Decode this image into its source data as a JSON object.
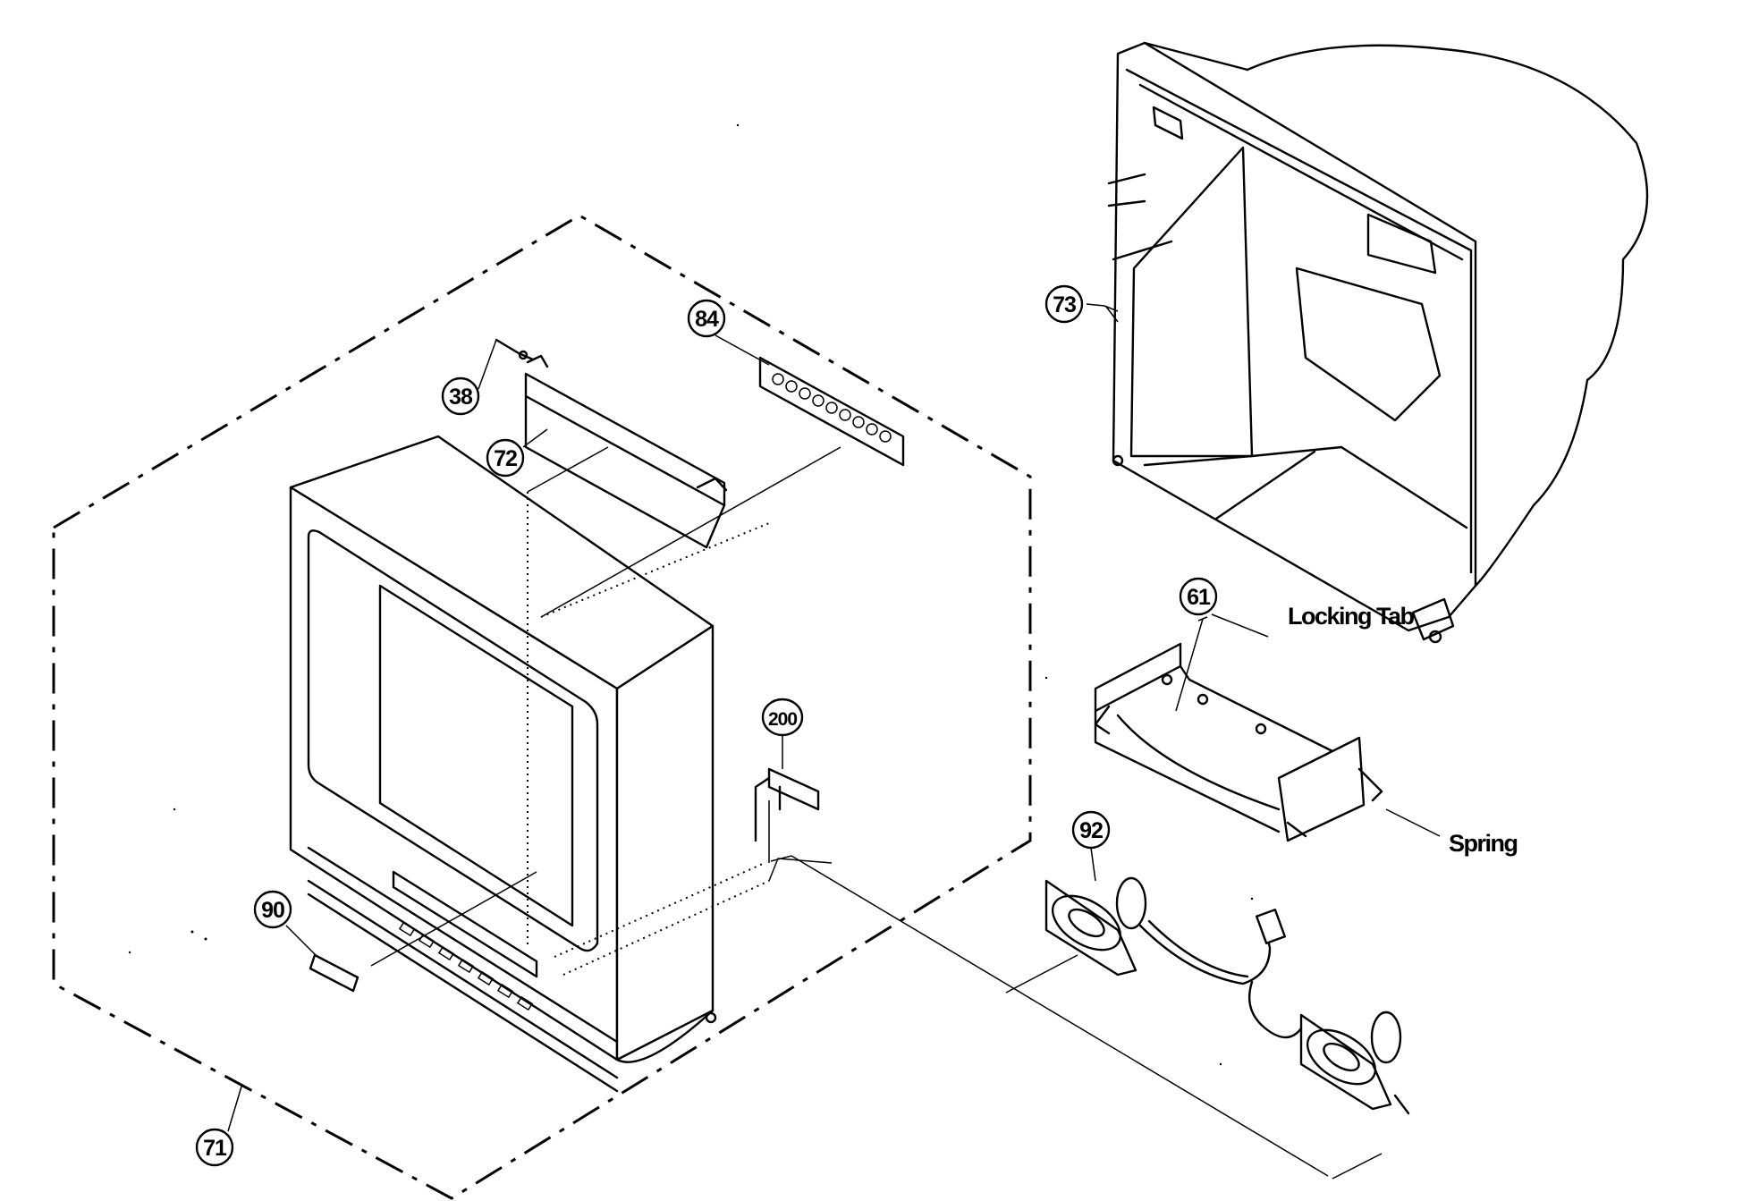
{
  "callouts": {
    "c38": "38",
    "c61": "61",
    "c71": "71",
    "c72": "72",
    "c73": "73",
    "c84": "84",
    "c90": "90",
    "c92": "92",
    "c200": "200"
  },
  "notes": {
    "locking_tab": "Locking Tab",
    "spring": "Spring"
  }
}
